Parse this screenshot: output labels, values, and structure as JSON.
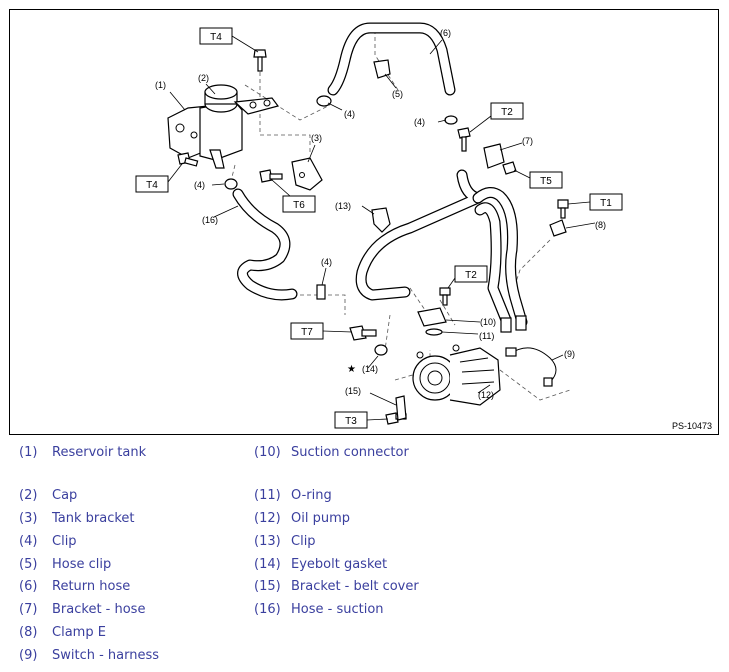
{
  "figure": {
    "figure_code": "PS-10473",
    "torque_labels": [
      "T4",
      "T4",
      "T2",
      "T2",
      "T5",
      "T1",
      "T6",
      "T7",
      "T3"
    ],
    "part_labels": [
      "(1)",
      "(2)",
      "(3)",
      "(4)",
      "(4)",
      "(4)",
      "(4)",
      "(5)",
      "(6)",
      "(7)",
      "(8)",
      "(9)",
      "(10)",
      "(11)",
      "(12)",
      "(13)",
      "(14)",
      "(15)",
      "(16)"
    ],
    "star": "★"
  },
  "legend": {
    "left": [
      {
        "num": "(1)",
        "name": "Reservoir tank"
      },
      {
        "num": "(2)",
        "name": "Cap"
      },
      {
        "num": "(3)",
        "name": "Tank bracket"
      },
      {
        "num": "(4)",
        "name": "Clip"
      },
      {
        "num": "(5)",
        "name": "Hose clip"
      },
      {
        "num": "(6)",
        "name": "Return hose"
      },
      {
        "num": "(7)",
        "name": "Bracket - hose"
      },
      {
        "num": "(8)",
        "name": "Clamp E"
      },
      {
        "num": "(9)",
        "name": "Switch - harness"
      }
    ],
    "right": [
      {
        "num": "(10)",
        "name": "Suction connector"
      },
      {
        "num": "(11)",
        "name": "O-ring"
      },
      {
        "num": "(12)",
        "name": "Oil pump"
      },
      {
        "num": "(13)",
        "name": "Clip"
      },
      {
        "num": "(14)",
        "name": "Eyebolt gasket"
      },
      {
        "num": "(15)",
        "name": "Bracket - belt cover"
      },
      {
        "num": "(16)",
        "name": "Hose - suction"
      }
    ]
  }
}
